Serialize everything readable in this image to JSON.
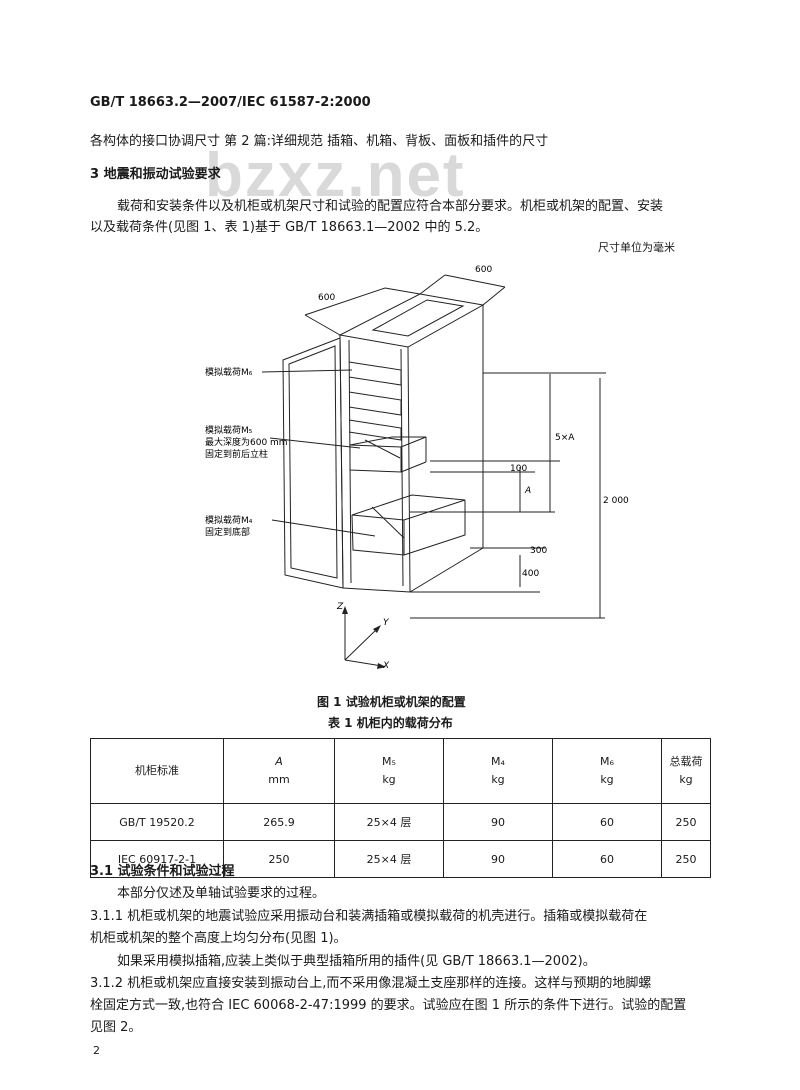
{
  "header": {
    "standard_code": "GB/T 18663.2—2007/IEC 61587-2:2000",
    "series_title": "各构体的接口协调尺寸   第 2 篇:详细规范   插箱、机箱、背板、面板和插件的尺寸"
  },
  "watermark": "bzxz.net",
  "section3": {
    "heading": "3  地震和振动试验要求",
    "intro_line1": "载荷和安装条件以及机柜或机架尺寸和试验的配置应符合本部分要求。机柜或机架的配置、安装",
    "intro_line2": "以及载荷条件(见图 1、表 1)基于 GB/T 18663.1—2002 中的 5.2。",
    "units_note": "尺寸单位为毫米"
  },
  "figure1": {
    "caption": "图 1   试验机柜或机架的配置",
    "labels": {
      "dim_top_width": "600",
      "dim_top_depth": "600",
      "load_m6": "模拟载荷M₆",
      "load_m5_line1": "模拟载荷M₅",
      "load_m5_line2": "最大深度为600 mm",
      "load_m5_line3": "固定到前后立柱",
      "load_m4_line1": "模拟载荷M₄",
      "load_m4_line2": "固定到底部",
      "dim_5a": "5×A",
      "dim_100": "100",
      "dim_a": "A",
      "dim_2000": "2 000",
      "dim_300": "300",
      "dim_400": "400",
      "axis_z": "Z",
      "axis_y": "Y",
      "axis_x": "X"
    }
  },
  "table1": {
    "caption": "表 1   机柜内的载荷分布",
    "headers": [
      {
        "line1": "机柜标准",
        "line2": ""
      },
      {
        "line1": "A",
        "line2": "mm"
      },
      {
        "line1": "M₅",
        "line2": "kg"
      },
      {
        "line1": "M₄",
        "line2": "kg"
      },
      {
        "line1": "M₆",
        "line2": "kg"
      },
      {
        "line1": "总载荷",
        "line2": "kg"
      }
    ],
    "rows": [
      [
        "GB/T 19520.2",
        "265.9",
        "25×4 层",
        "90",
        "60",
        "250"
      ],
      [
        "IEC 60917-2-1",
        "250",
        "25×4 层",
        "90",
        "60",
        "250"
      ]
    ]
  },
  "section3_1": {
    "heading": "3.1   试验条件和试验过程",
    "p1": "本部分仅述及单轴试验要求的过程。",
    "p311_line1": "3.1.1   机柜或机架的地震试验应采用振动台和装满插箱或模拟载荷的机壳进行。插箱或模拟载荷在",
    "p311_line2": "机柜或机架的整个高度上均匀分布(见图 1)。",
    "p_mock": "如果采用模拟插箱,应装上类似于典型插箱所用的插件(见 GB/T 18663.1—2002)。",
    "p312_line1": "3.1.2   机柜或机架应直接安装到振动台上,而不采用像混凝土支座那样的连接。这样与预期的地脚螺",
    "p312_line2": "栓固定方式一致,也符合 IEC 60068-2-47:1999 的要求。试验应在图 1 所示的条件下进行。试验的配置",
    "p312_line3": "见图 2。"
  },
  "footer": {
    "page_number": "2"
  }
}
